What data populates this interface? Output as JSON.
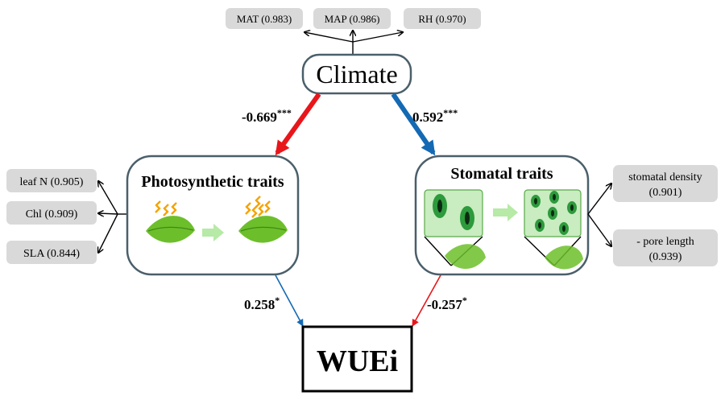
{
  "climate": {
    "label": "Climate",
    "indicators": [
      {
        "label": "MAT (0.983)"
      },
      {
        "label": "MAP (0.986)"
      },
      {
        "label": "RH (0.970)"
      }
    ]
  },
  "photosynthetic": {
    "title": "Photosynthetic traits",
    "indicators": [
      {
        "label": "leaf N (0.905)"
      },
      {
        "label": "Chl (0.909)"
      },
      {
        "label": "SLA (0.844)"
      }
    ]
  },
  "stomatal": {
    "title": "Stomatal traits",
    "indicators": [
      {
        "line1": "stomatal density",
        "line2": "(0.901)"
      },
      {
        "line1": "- pore length",
        "line2": "(0.939)"
      }
    ]
  },
  "outcome": {
    "label": "WUEi"
  },
  "paths": {
    "climate_to_photo": {
      "coef": "-0.669",
      "sig": "***",
      "color": "#e8161b"
    },
    "climate_to_stomatal": {
      "coef": "0.592",
      "sig": "***",
      "color": "#1469b4"
    },
    "photo_to_wuei": {
      "coef": "0.258",
      "sig": "*",
      "color": "#1469b4"
    },
    "stomatal_to_wuei": {
      "coef": "-0.257",
      "sig": "*",
      "color": "#e8161b"
    }
  },
  "colors": {
    "indicator_fill": "#d9d9d9",
    "box_stroke": "#4a5f6a",
    "leaf": "#6cbf2a",
    "stomata_panel": "#c9ecc0",
    "arrow_light": "#b6eaa6"
  }
}
